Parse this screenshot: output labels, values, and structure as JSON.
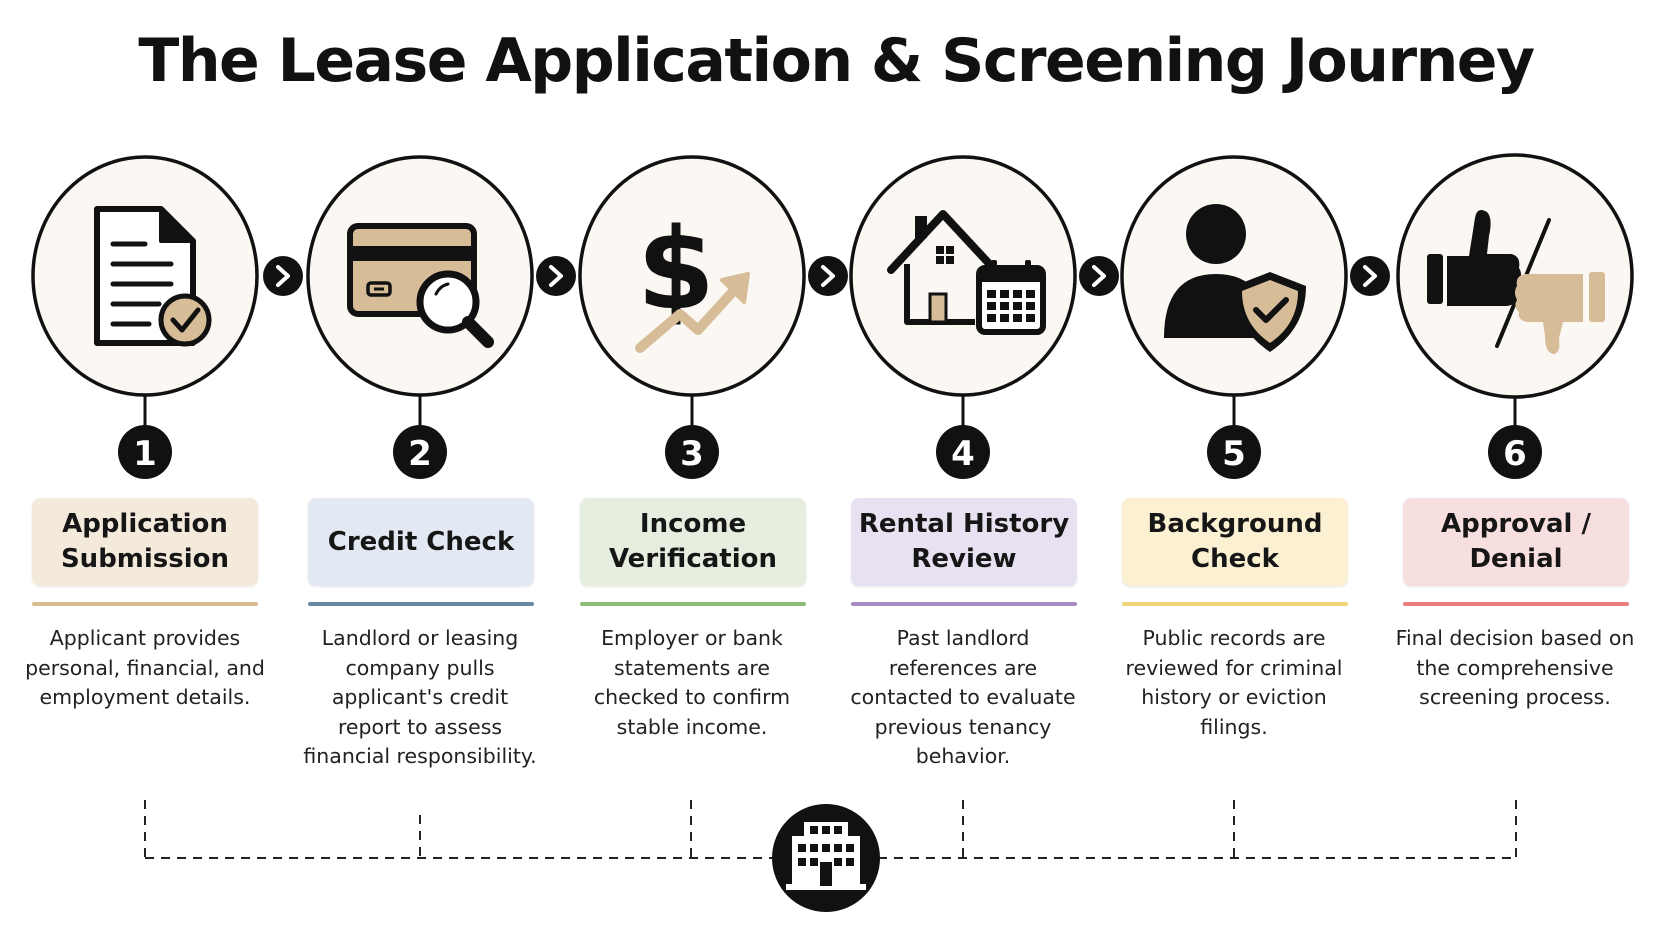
{
  "title": "The Lease Application & Screening Journey",
  "colors": {
    "accent_tan": "#d7bc98",
    "ring_border": "#111111",
    "ring_fill": "#fbf7f2"
  },
  "steps": [
    {
      "number": "1",
      "title": "Application Submission",
      "description": "Applicant provides personal, financial, and employment details.",
      "icon": "document-check-icon",
      "card_color": "#f4eadc",
      "line_color": "#d9bd92"
    },
    {
      "number": "2",
      "title": "Credit Check",
      "description": "Landlord or leasing company pulls applicant's credit report to assess financial responsibility.",
      "icon": "credit-card-magnifier-icon",
      "card_color": "#e3e9f3",
      "line_color": "#6a87a6"
    },
    {
      "number": "3",
      "title": "Income Verification",
      "description": "Employer or bank statements are checked to confirm stable income.",
      "icon": "dollar-growth-icon",
      "card_color": "#e6eedf",
      "line_color": "#8fbb78"
    },
    {
      "number": "4",
      "title": "Rental History Review",
      "description": "Past landlord references are contacted to evaluate previous tenancy behavior.",
      "icon": "house-calendar-icon",
      "card_color": "#e8e1f1",
      "line_color": "#a68ac3"
    },
    {
      "number": "5",
      "title": "Background Check",
      "description": "Public records are reviewed for criminal history or eviction filings.",
      "icon": "person-shield-icon",
      "card_color": "#fbf0d2",
      "line_color": "#f1d377"
    },
    {
      "number": "6",
      "title": "Approval / Denial",
      "description": "Final decision based on the comprehensive screening process.",
      "icon": "thumbs-up-down-icon",
      "card_color": "#f7dfdf",
      "line_color": "#ea7f7f"
    }
  ],
  "hub_icon": "office-building-icon"
}
